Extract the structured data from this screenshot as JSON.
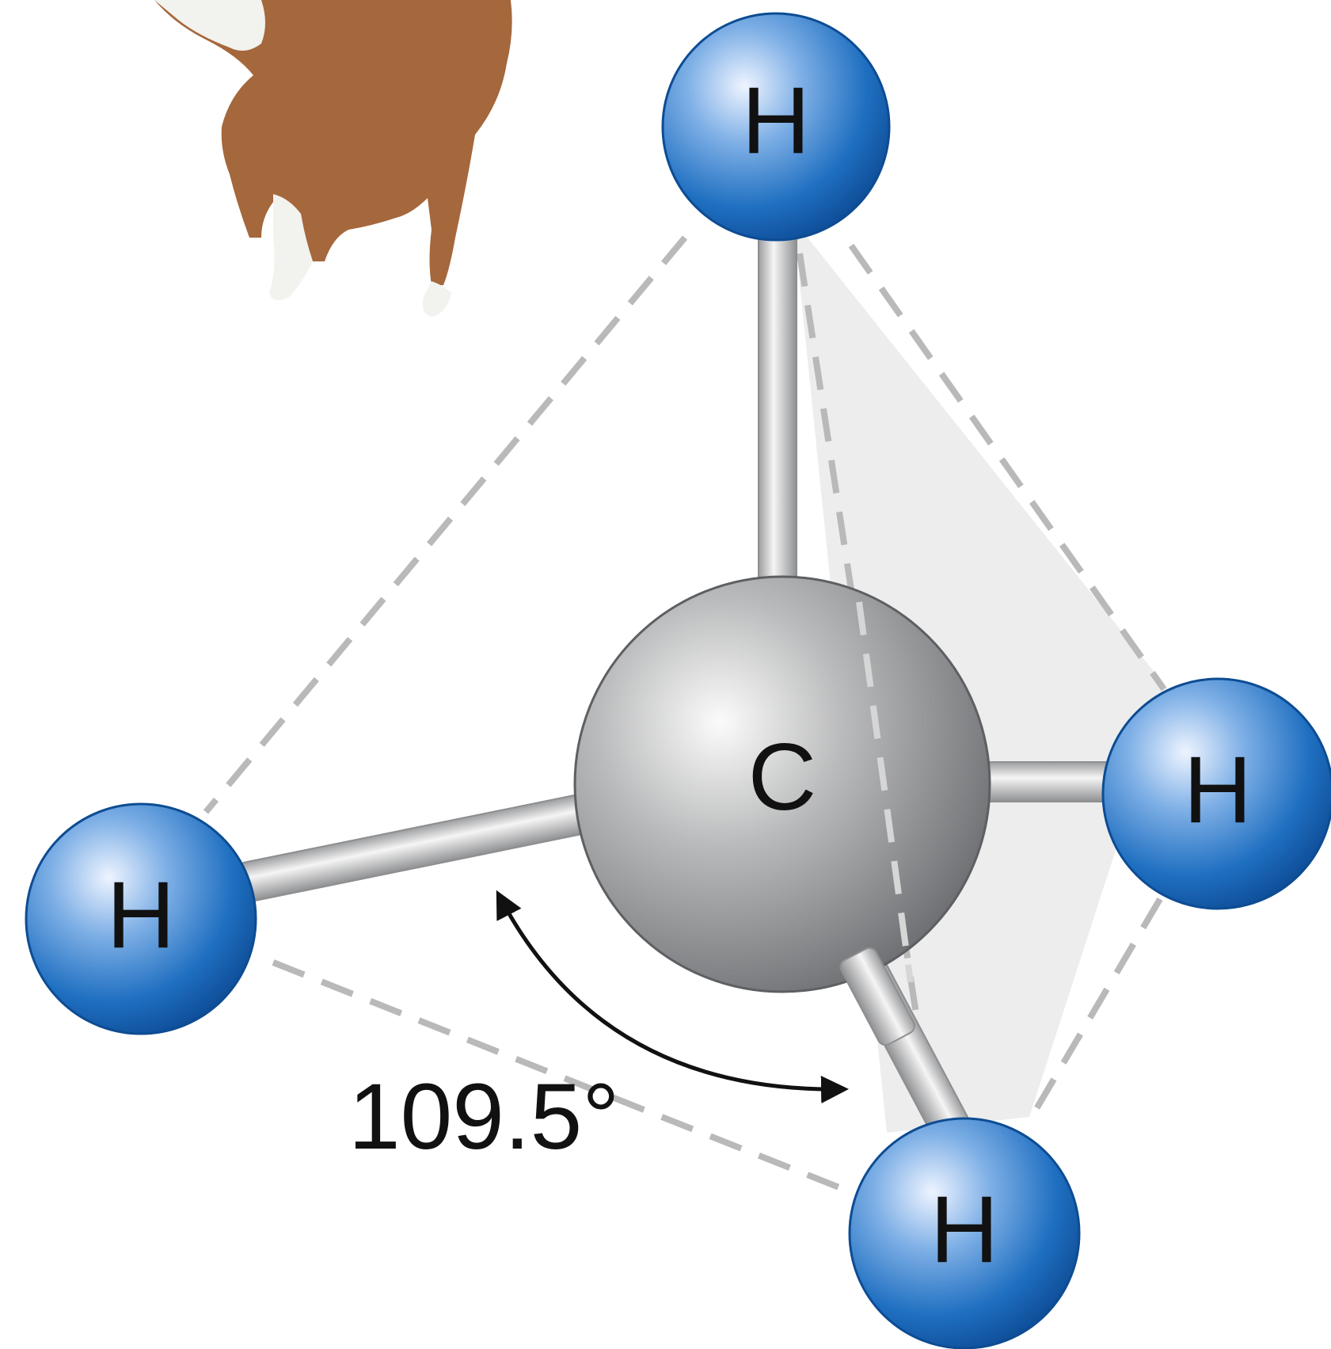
{
  "molecule": {
    "center_atom": {
      "symbol": "C"
    },
    "outer_atoms": [
      {
        "symbol": "H"
      },
      {
        "symbol": "H"
      },
      {
        "symbol": "H"
      },
      {
        "symbol": "H"
      }
    ],
    "bond_angle": "109.5°"
  },
  "colors": {
    "hydrogen": "#1e6fc0",
    "hydrogen_highlight": "#e9f1ff",
    "carbon": "#8e9093",
    "carbon_highlight": "#f7f7f7",
    "bond": "#c9cacc",
    "dashed_edge": "#b9b9b9",
    "face_fill": "#ededed",
    "animal_body": "#a5673c",
    "animal_fur": "#f2f2ee"
  },
  "decorations": {
    "animal_figure": "llama-figurine-icon"
  }
}
